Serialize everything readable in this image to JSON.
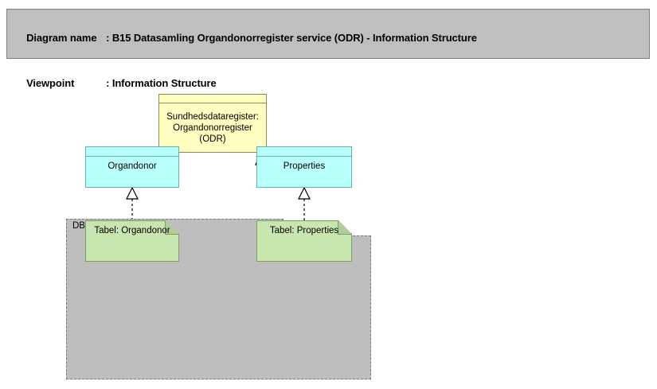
{
  "header": {
    "diagram_name_label": "Diagram name",
    "diagram_name_sep": ": ",
    "diagram_name_value": "B15 Datasamling Organdonorregister service (ODR) - Information Structure",
    "viewpoint_label": "Viewpoint",
    "viewpoint_sep": ": ",
    "viewpoint_value": "Information Structure",
    "background_color": "#bfbfbf",
    "border_color": "#808080"
  },
  "diagram": {
    "type": "archimate-information-structure",
    "nodes": {
      "odr": {
        "name": "Sundhedsdataregister: Organdonorregister (ODR)",
        "line1": "Sundhedsdataregister:",
        "line2": "Organdonorregister",
        "line3": "(ODR)",
        "kind": "data-object",
        "fill_color": "#ffffc2",
        "border_color": "#8a8a5c"
      },
      "package": {
        "name": "DB: Organdonor",
        "kind": "grouping",
        "fill_color": "#bebebe",
        "border_color": "#7a7a7a"
      },
      "organdonor": {
        "name": "Organdonor",
        "kind": "data-object",
        "fill_color": "#b9fffb",
        "border_color": "#5fb3b0"
      },
      "properties": {
        "name": "Properties",
        "kind": "data-object",
        "fill_color": "#b9fffb",
        "border_color": "#5fb3b0"
      },
      "tabel_organdonor": {
        "name": "Tabel: Organdonor",
        "kind": "artifact",
        "fill_color": "#c8e6b0",
        "border_color": "#7f9c63"
      },
      "tabel_properties": {
        "name": "Tabel: Properties",
        "kind": "artifact",
        "fill_color": "#c8e6b0",
        "border_color": "#7f9c63"
      }
    },
    "relationships": [
      {
        "type": "realization",
        "from": "organdonor",
        "to": "odr",
        "style": "dashed-hollow-triangle"
      },
      {
        "type": "realization",
        "from": "properties",
        "to": "odr",
        "style": "dashed-hollow-triangle"
      },
      {
        "type": "realization",
        "from": "tabel_organdonor",
        "to": "organdonor",
        "style": "dashed-hollow-triangle"
      },
      {
        "type": "realization",
        "from": "tabel_properties",
        "to": "properties",
        "style": "dashed-hollow-triangle"
      }
    ]
  }
}
